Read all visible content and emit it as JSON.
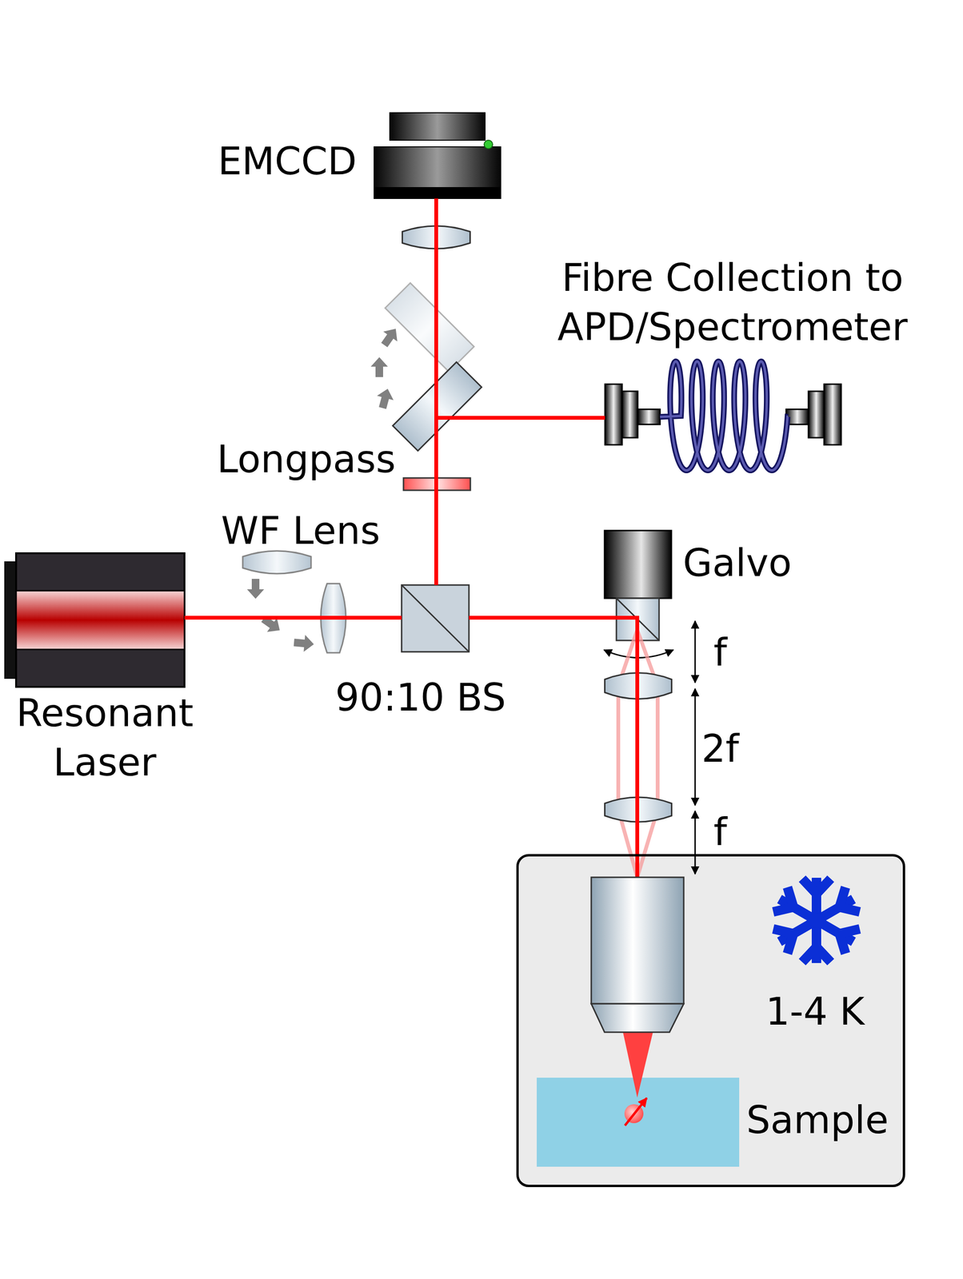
{
  "diagram": {
    "nodes": [
      {
        "text": [
          "Resonant Laser"
        ]
      },
      {
        "text": [
          "90:10 BS"
        ]
      },
      {
        "text": [
          "Galvo"
        ]
      },
      {
        "text": [
          "EMCCD"
        ]
      },
      {
        "text": [
          "Fibre Collection to APD/Spectrometer"
        ]
      },
      {
        "text": [
          "1-4 K"
        ]
      },
      {
        "text": [
          "Sample"
        ],
        "in": 5
      }
    ],
    "edges": [
      {
        "from": 0,
        "to": 1,
        "arrow": "none"
      },
      {
        "from": 1,
        "to": 2,
        "arrow": "none"
      },
      {
        "from": 1,
        "to": 3,
        "arrow": "none"
      },
      {
        "from": 1,
        "to": 4,
        "arrow": "none"
      },
      {
        "from": 2,
        "to": 6,
        "arrow": "none"
      }
    ],
    "labels": [
      "WF Lens",
      "Longpass",
      "f",
      "2f",
      "f"
    ]
  }
}
